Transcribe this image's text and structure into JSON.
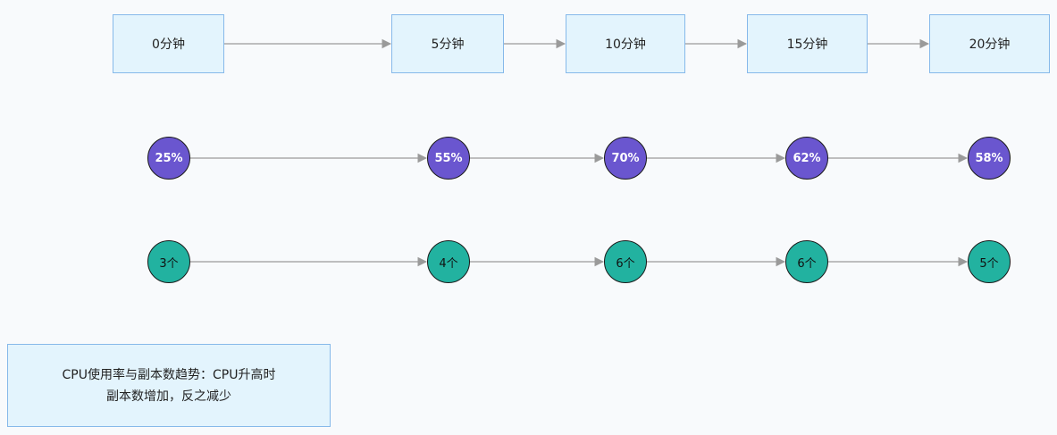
{
  "colors": {
    "box_fill": "#e3f4fd",
    "box_border": "#86b9ea",
    "cpu_fill": "#6a56cf",
    "replica_fill": "#22b2a0",
    "edge": "#9a9a9a"
  },
  "timeline": {
    "steps": [
      "0分钟",
      "5分钟",
      "10分钟",
      "15分钟",
      "20分钟"
    ]
  },
  "cpu": {
    "values": [
      "25%",
      "55%",
      "70%",
      "62%",
      "58%"
    ]
  },
  "replicas": {
    "values": [
      "3个",
      "4个",
      "6个",
      "6个",
      "5个"
    ]
  },
  "note": {
    "line1": "CPU使用率与副本数趋势：CPU升高时",
    "line2": "副本数增加，反之减少"
  }
}
